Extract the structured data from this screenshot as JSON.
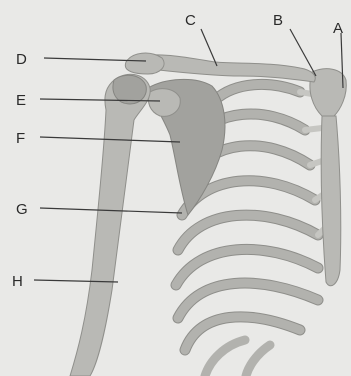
{
  "labels": {
    "A": "A",
    "B": "B",
    "C": "C",
    "D": "D",
    "E": "E",
    "F": "F",
    "G": "G",
    "H": "H"
  },
  "colors": {
    "background": "#e9e9e7",
    "bone": "#b9b9b5",
    "line": "#3a3a3a"
  }
}
